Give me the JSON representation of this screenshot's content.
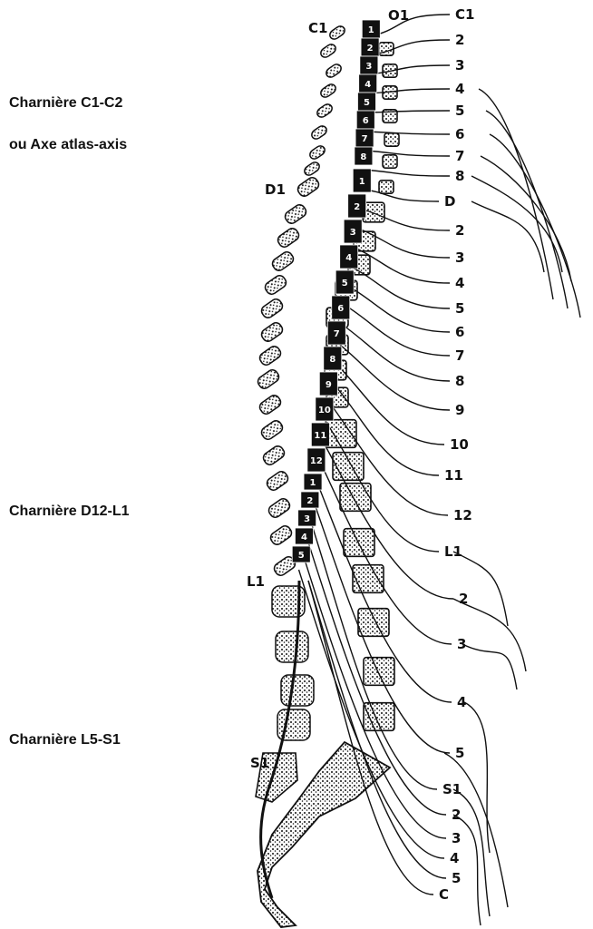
{
  "annotations": {
    "junction_c1_c2_line1": "Charnière C1-C2",
    "junction_c1_c2_line2": "ou Axe atlas-axis",
    "junction_d12_l1": "Charnière D12-L1",
    "junction_l5_s1": "Charnière L5-S1"
  },
  "spine_labels": {
    "c1": "C1",
    "d1": "D1",
    "l1": "L1",
    "s1": "S1",
    "o1": "O1"
  },
  "nerve_labels": [
    "C1",
    "2",
    "3",
    "4",
    "5",
    "6",
    "7",
    "8",
    "D",
    "2",
    "3",
    "4",
    "5",
    "6",
    "7",
    "8",
    "9",
    "10",
    "11",
    "12",
    "L1",
    "2",
    "3",
    "4",
    "5",
    "S1",
    "2",
    "3",
    "4",
    "5",
    "C"
  ],
  "cord_segment_labels": [
    "1",
    "2",
    "3",
    "4",
    "5",
    "6",
    "7",
    "8",
    "1",
    "2",
    "3",
    "4",
    "5",
    "6",
    "7",
    "8",
    "9",
    "10",
    "11",
    "12",
    "1",
    "2",
    "3",
    "4",
    "5"
  ],
  "colors": {
    "ink": "#111111",
    "paper": "#ffffff",
    "bone": "#555555"
  }
}
